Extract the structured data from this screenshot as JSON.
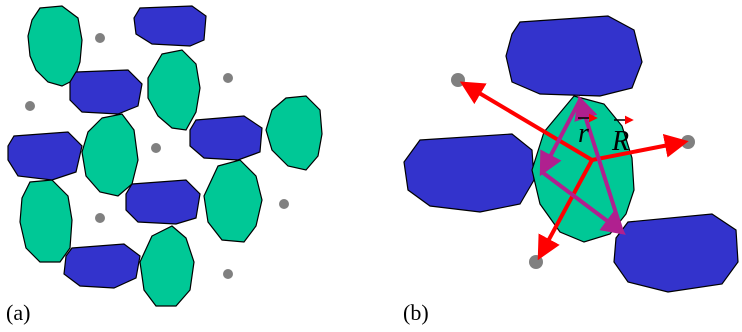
{
  "panels": [
    {
      "label": "(a)"
    },
    {
      "label": "(b)"
    }
  ],
  "vectors": {
    "small_r": "r",
    "big_R": "R"
  },
  "colors": {
    "blue_grain": "#3333cc",
    "green_grain": "#00c896",
    "pore": "#808080",
    "red_arrow": "#ff0000",
    "magenta_arrow": "#b0208f"
  }
}
